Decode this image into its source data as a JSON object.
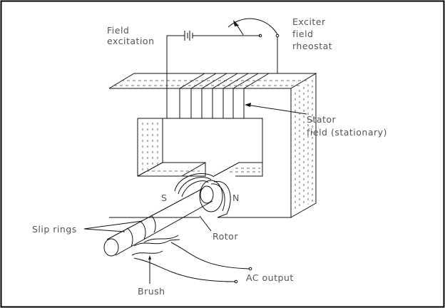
{
  "labels": {
    "field_excitation": [
      "Field",
      "excitation"
    ],
    "exciter_rheostat": [
      "Exciter",
      "field",
      "rheostat"
    ],
    "stator_field": [
      "Stator",
      "field (stationary)"
    ],
    "south_pole": "S",
    "north_pole": "N",
    "slip_rings": "Slip rings",
    "rotor": "Rotor",
    "brush": "Brush",
    "ac_output": "AC output"
  }
}
